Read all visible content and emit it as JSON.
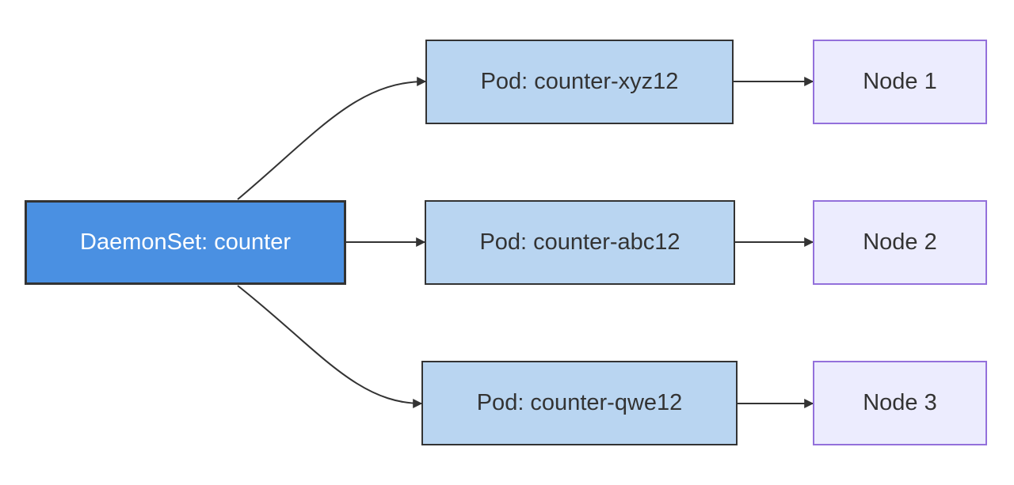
{
  "diagram": {
    "daemonset": {
      "label": "DaemonSet: counter"
    },
    "pods": [
      {
        "label": "Pod: counter-xyz12"
      },
      {
        "label": "Pod: counter-abc12"
      },
      {
        "label": "Pod: counter-qwe12"
      }
    ],
    "nodes": [
      {
        "label": "Node 1"
      },
      {
        "label": "Node 2"
      },
      {
        "label": "Node 3"
      }
    ],
    "edges": [
      {
        "from": "DaemonSet: counter",
        "to": "Pod: counter-xyz12"
      },
      {
        "from": "DaemonSet: counter",
        "to": "Pod: counter-abc12"
      },
      {
        "from": "DaemonSet: counter",
        "to": "Pod: counter-qwe12"
      },
      {
        "from": "Pod: counter-xyz12",
        "to": "Node 1"
      },
      {
        "from": "Pod: counter-abc12",
        "to": "Node 2"
      },
      {
        "from": "Pod: counter-qwe12",
        "to": "Node 3"
      }
    ]
  },
  "colors": {
    "daemonset_fill": "#4a90e2",
    "pod_fill": "#b9d5f1",
    "node_fill": "#ececfe",
    "node_border": "#9370db",
    "edge": "#333333"
  }
}
